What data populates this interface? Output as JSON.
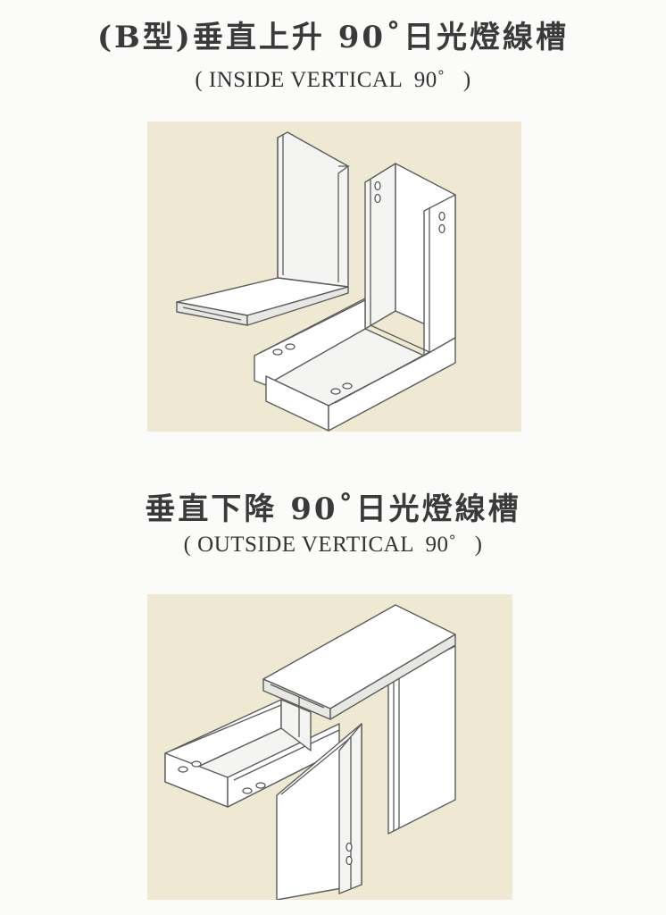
{
  "section_inside": {
    "title": "(B型)垂直上升 90˚日光燈線槽",
    "subtitle": "( INSIDE VERTICAL  90˚   )"
  },
  "section_outside": {
    "title": "垂直下降 90˚日光燈線槽",
    "subtitle": "( OUTSIDE VERTICAL  90˚   )"
  },
  "colors": {
    "panel_background": "#efe8d2",
    "page_background": "#fbfbf9",
    "line": "#5c5c5c"
  }
}
